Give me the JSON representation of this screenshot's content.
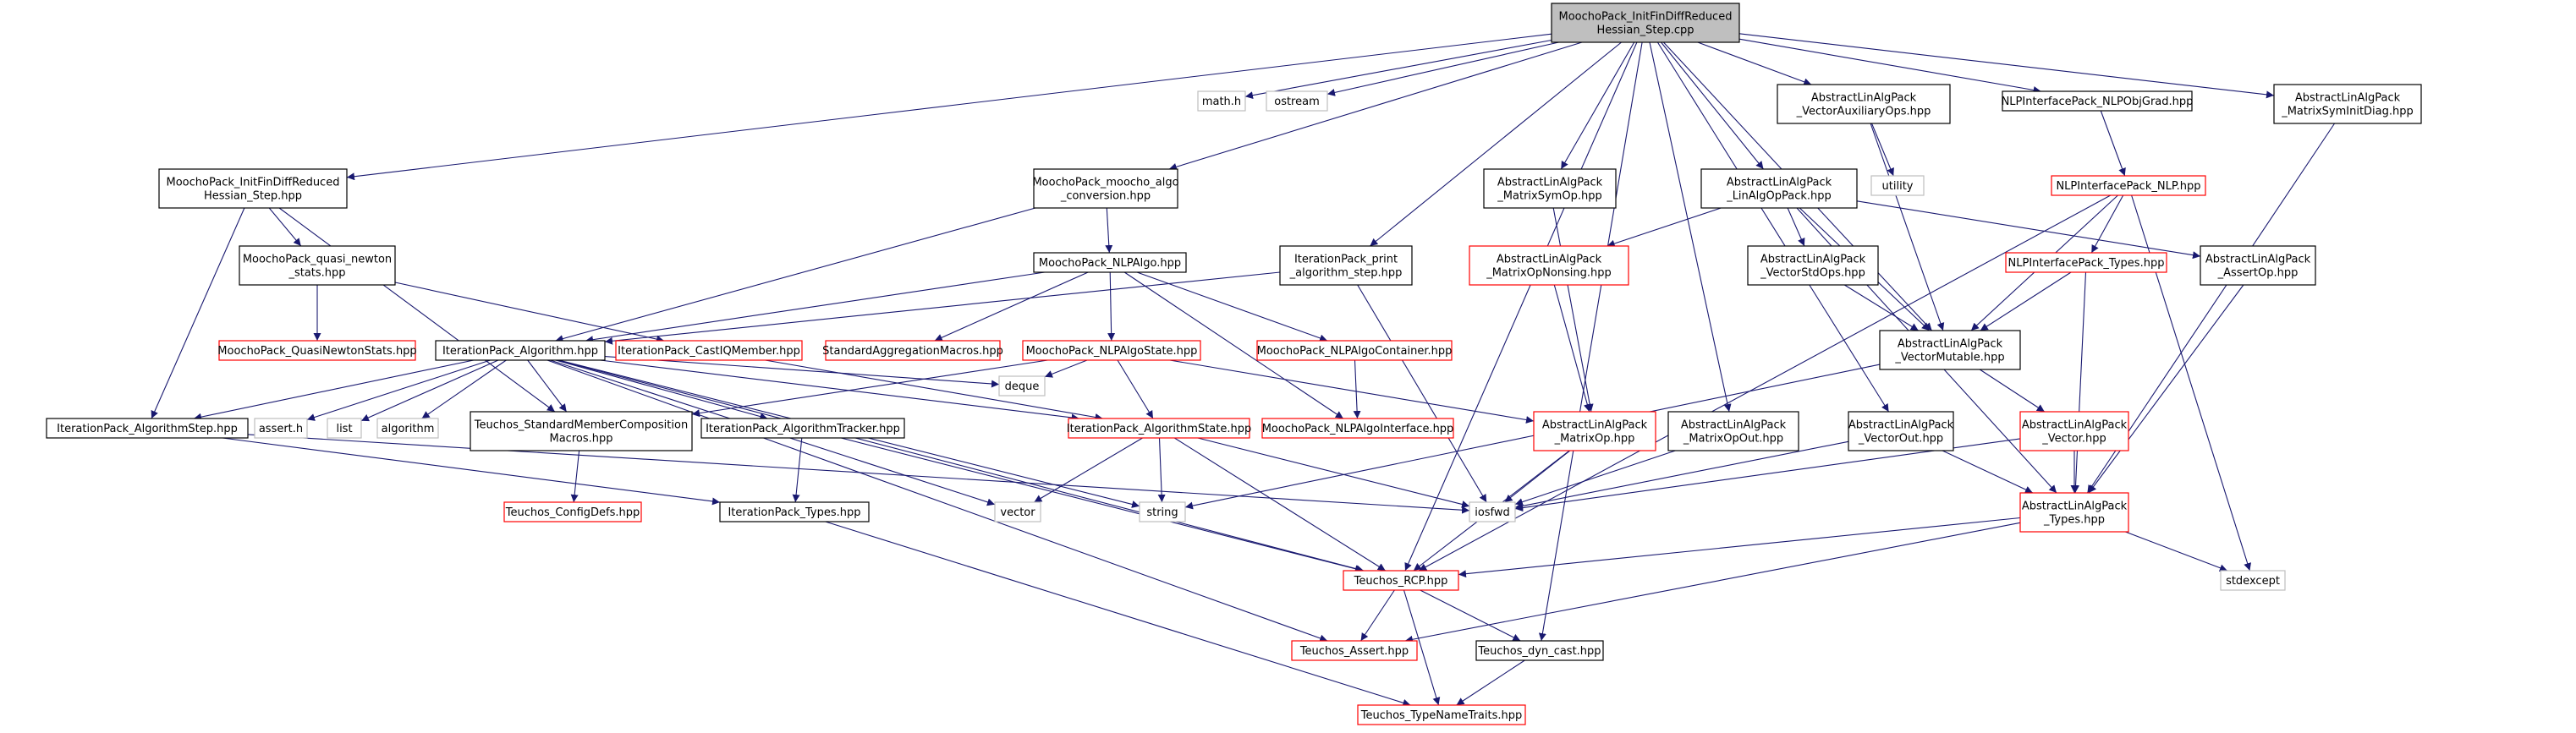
{
  "diagram": {
    "kind": "include dependency graph",
    "colors": {
      "edge": "#191970",
      "root_fill": "#bfbfbf",
      "documented_border": "#000000",
      "undocumented_border": "#ff0000",
      "system_border": "#bfbfbf"
    },
    "nodes": [
      {
        "id": "root",
        "style": "root",
        "lines": [
          "MoochoPack_InitFinDiffReduced",
          "Hessian_Step.cpp"
        ]
      },
      {
        "id": "math_h",
        "style": "gray",
        "lines": [
          "math.h"
        ]
      },
      {
        "id": "ostream",
        "style": "gray",
        "lines": [
          "ostream"
        ]
      },
      {
        "id": "vaux",
        "style": "black",
        "lines": [
          "AbstractLinAlgPack",
          "_VectorAuxiliaryOps.hpp"
        ]
      },
      {
        "id": "nlpobjgrad",
        "style": "black",
        "lines": [
          "NLPInterfacePack_NLPObjGrad.hpp"
        ]
      },
      {
        "id": "msym_init",
        "style": "black",
        "lines": [
          "AbstractLinAlgPack",
          "_MatrixSymInitDiag.hpp"
        ]
      },
      {
        "id": "utility",
        "style": "gray",
        "lines": [
          "utility"
        ]
      },
      {
        "id": "mp_init_hpp",
        "style": "black",
        "lines": [
          "MoochoPack_InitFinDiffReduced",
          "Hessian_Step.hpp"
        ]
      },
      {
        "id": "mp_conv",
        "style": "black",
        "lines": [
          "MoochoPack_moocho_algo",
          "_conversion.hpp"
        ]
      },
      {
        "id": "msymop",
        "style": "black",
        "lines": [
          "AbstractLinAlgPack",
          "_MatrixSymOp.hpp"
        ]
      },
      {
        "id": "linalgop",
        "style": "black",
        "lines": [
          "AbstractLinAlgPack",
          "_LinAlgOpPack.hpp"
        ]
      },
      {
        "id": "nlp",
        "style": "red",
        "lines": [
          "NLPInterfacePack_NLP.hpp"
        ]
      },
      {
        "id": "mp_qn",
        "style": "black",
        "lines": [
          "MoochoPack_quasi_newton",
          "_stats.hpp"
        ]
      },
      {
        "id": "mp_nlpalgo",
        "style": "black",
        "lines": [
          "MoochoPack_NLPAlgo.hpp"
        ]
      },
      {
        "id": "ip_print",
        "style": "black",
        "lines": [
          "IterationPack_print",
          "_algorithm_step.hpp"
        ]
      },
      {
        "id": "mopnonsing",
        "style": "red",
        "lines": [
          "AbstractLinAlgPack",
          "_MatrixOpNonsing.hpp"
        ]
      },
      {
        "id": "vstdops",
        "style": "black",
        "lines": [
          "AbstractLinAlgPack",
          "_VectorStdOps.hpp"
        ]
      },
      {
        "id": "nlptypes",
        "style": "red",
        "lines": [
          "NLPInterfacePack_Types.hpp"
        ]
      },
      {
        "id": "assertop",
        "style": "black",
        "lines": [
          "AbstractLinAlgPack",
          "_AssertOp.hpp"
        ]
      },
      {
        "id": "mp_qnstats",
        "style": "red",
        "lines": [
          "MoochoPack_QuasiNewtonStats.hpp"
        ]
      },
      {
        "id": "ip_algo",
        "style": "black",
        "lines": [
          "IterationPack_Algorithm.hpp"
        ]
      },
      {
        "id": "ip_castiq",
        "style": "red",
        "lines": [
          "IterationPack_CastIQMember.hpp"
        ]
      },
      {
        "id": "stdagg",
        "style": "red",
        "lines": [
          "StandardAggregationMacros.hpp"
        ]
      },
      {
        "id": "mp_state",
        "style": "red",
        "lines": [
          "MoochoPack_NLPAlgoState.hpp"
        ]
      },
      {
        "id": "mp_container",
        "style": "red",
        "lines": [
          "MoochoPack_NLPAlgoContainer.hpp"
        ]
      },
      {
        "id": "vmutable",
        "style": "black",
        "lines": [
          "AbstractLinAlgPack",
          "_VectorMutable.hpp"
        ]
      },
      {
        "id": "vector_hpp",
        "style": "red",
        "lines": [
          "AbstractLinAlgPack",
          "_Vector.hpp"
        ]
      },
      {
        "id": "ip_step",
        "style": "black",
        "lines": [
          "IterationPack_AlgorithmStep.hpp"
        ]
      },
      {
        "id": "assert_h",
        "style": "gray",
        "lines": [
          "assert.h"
        ]
      },
      {
        "id": "list",
        "style": "gray",
        "lines": [
          "list"
        ]
      },
      {
        "id": "algorithm",
        "style": "gray",
        "lines": [
          "algorithm"
        ]
      },
      {
        "id": "teuchos_smc",
        "style": "black",
        "lines": [
          "Teuchos_StandardMemberComposition",
          "Macros.hpp"
        ]
      },
      {
        "id": "ip_tracker",
        "style": "black",
        "lines": [
          "IterationPack_AlgorithmTracker.hpp"
        ]
      },
      {
        "id": "deque",
        "style": "gray",
        "lines": [
          "deque"
        ]
      },
      {
        "id": "ip_state",
        "style": "red",
        "lines": [
          "IterationPack_AlgorithmState.hpp"
        ]
      },
      {
        "id": "mp_nlpiface",
        "style": "red",
        "lines": [
          "MoochoPack_NLPAlgoInterface.hpp"
        ]
      },
      {
        "id": "matrixop",
        "style": "red",
        "lines": [
          "AbstractLinAlgPack",
          "_MatrixOp.hpp"
        ]
      },
      {
        "id": "mopout",
        "style": "black",
        "lines": [
          "AbstractLinAlgPack",
          "_MatrixOpOut.hpp"
        ]
      },
      {
        "id": "vout",
        "style": "black",
        "lines": [
          "AbstractLinAlgPack",
          "_VectorOut.hpp"
        ]
      },
      {
        "id": "alp_types",
        "style": "red",
        "lines": [
          "AbstractLinAlgPack",
          "_Types.hpp"
        ]
      },
      {
        "id": "teuchos_config",
        "style": "red",
        "lines": [
          "Teuchos_ConfigDefs.hpp"
        ]
      },
      {
        "id": "ip_types",
        "style": "black",
        "lines": [
          "IterationPack_Types.hpp"
        ]
      },
      {
        "id": "vector_std",
        "style": "gray",
        "lines": [
          "vector"
        ]
      },
      {
        "id": "string",
        "style": "gray",
        "lines": [
          "string"
        ]
      },
      {
        "id": "iosfwd",
        "style": "gray",
        "lines": [
          "iosfwd"
        ]
      },
      {
        "id": "stdexcept",
        "style": "gray",
        "lines": [
          "stdexcept"
        ]
      },
      {
        "id": "teuchos_rcp",
        "style": "red",
        "lines": [
          "Teuchos_RCP.hpp"
        ]
      },
      {
        "id": "teuchos_assert",
        "style": "red",
        "lines": [
          "Teuchos_Assert.hpp"
        ]
      },
      {
        "id": "teuchos_dyn",
        "style": "black",
        "lines": [
          "Teuchos_dyn_cast.hpp"
        ]
      },
      {
        "id": "teuchos_tnt",
        "style": "red",
        "lines": [
          "Teuchos_TypeNameTraits.hpp"
        ]
      }
    ],
    "edges": [
      [
        "root",
        "math_h"
      ],
      [
        "root",
        "ostream"
      ],
      [
        "root",
        "vaux"
      ],
      [
        "root",
        "nlpobjgrad"
      ],
      [
        "root",
        "msym_init"
      ],
      [
        "root",
        "mp_init_hpp"
      ],
      [
        "root",
        "mp_conv"
      ],
      [
        "root",
        "msymop"
      ],
      [
        "root",
        "linalgop"
      ],
      [
        "root",
        "ip_print"
      ],
      [
        "root",
        "vmutable"
      ],
      [
        "root",
        "mopout"
      ],
      [
        "root",
        "vout"
      ],
      [
        "root",
        "teuchos_rcp"
      ],
      [
        "root",
        "teuchos_dyn"
      ],
      [
        "vaux",
        "utility"
      ],
      [
        "vaux",
        "vmutable"
      ],
      [
        "nlpobjgrad",
        "nlp"
      ],
      [
        "msym_init",
        "alp_types"
      ],
      [
        "mp_init_hpp",
        "mp_qn"
      ],
      [
        "mp_init_hpp",
        "ip_step"
      ],
      [
        "mp_init_hpp",
        "teuchos_smc"
      ],
      [
        "mp_conv",
        "mp_nlpalgo"
      ],
      [
        "mp_conv",
        "ip_algo"
      ],
      [
        "msymop",
        "matrixop"
      ],
      [
        "linalgop",
        "mopnonsing"
      ],
      [
        "linalgop",
        "vstdops"
      ],
      [
        "linalgop",
        "assertop"
      ],
      [
        "linalgop",
        "vmutable"
      ],
      [
        "linalgop",
        "alp_types"
      ],
      [
        "nlp",
        "nlptypes"
      ],
      [
        "nlp",
        "vmutable"
      ],
      [
        "nlp",
        "stdexcept"
      ],
      [
        "nlp",
        "teuchos_rcp"
      ],
      [
        "mp_qn",
        "mp_qnstats"
      ],
      [
        "mp_qn",
        "ip_castiq"
      ],
      [
        "mp_nlpalgo",
        "ip_algo"
      ],
      [
        "mp_nlpalgo",
        "stdagg"
      ],
      [
        "mp_nlpalgo",
        "mp_state"
      ],
      [
        "mp_nlpalgo",
        "mp_container"
      ],
      [
        "mp_nlpalgo",
        "mp_nlpiface"
      ],
      [
        "ip_print",
        "ip_algo"
      ],
      [
        "ip_print",
        "iosfwd"
      ],
      [
        "mopnonsing",
        "matrixop"
      ],
      [
        "vstdops",
        "vmutable"
      ],
      [
        "nlptypes",
        "vmutable"
      ],
      [
        "nlptypes",
        "alp_types"
      ],
      [
        "assertop",
        "alp_types"
      ],
      [
        "ip_algo",
        "ip_step"
      ],
      [
        "ip_algo",
        "assert_h"
      ],
      [
        "ip_algo",
        "list"
      ],
      [
        "ip_algo",
        "algorithm"
      ],
      [
        "ip_algo",
        "teuchos_smc"
      ],
      [
        "ip_algo",
        "ip_tracker"
      ],
      [
        "ip_algo",
        "deque"
      ],
      [
        "ip_algo",
        "ip_state"
      ],
      [
        "ip_algo",
        "vector_std"
      ],
      [
        "ip_algo",
        "string"
      ],
      [
        "ip_algo",
        "teuchos_rcp"
      ],
      [
        "ip_algo",
        "teuchos_assert"
      ],
      [
        "ip_castiq",
        "ip_state"
      ],
      [
        "mp_state",
        "teuchos_smc"
      ],
      [
        "mp_state",
        "deque"
      ],
      [
        "mp_state",
        "ip_state"
      ],
      [
        "mp_state",
        "matrixop"
      ],
      [
        "mp_container",
        "mp_nlpiface"
      ],
      [
        "vmutable",
        "vector_hpp"
      ],
      [
        "vmutable",
        "string"
      ],
      [
        "vector_hpp",
        "alp_types"
      ],
      [
        "vector_hpp",
        "iosfwd"
      ],
      [
        "ip_step",
        "ip_types"
      ],
      [
        "ip_step",
        "iosfwd"
      ],
      [
        "teuchos_smc",
        "teuchos_config"
      ],
      [
        "ip_tracker",
        "ip_types"
      ],
      [
        "ip_tracker",
        "teuchos_rcp"
      ],
      [
        "ip_state",
        "vector_std"
      ],
      [
        "ip_state",
        "string"
      ],
      [
        "ip_state",
        "iosfwd"
      ],
      [
        "ip_state",
        "teuchos_rcp"
      ],
      [
        "matrixop",
        "iosfwd"
      ],
      [
        "matrixop",
        "teuchos_rcp"
      ],
      [
        "mopout",
        "iosfwd"
      ],
      [
        "vout",
        "iosfwd"
      ],
      [
        "vout",
        "alp_types"
      ],
      [
        "alp_types",
        "stdexcept"
      ],
      [
        "alp_types",
        "teuchos_rcp"
      ],
      [
        "alp_types",
        "teuchos_assert"
      ],
      [
        "ip_types",
        "teuchos_tnt"
      ],
      [
        "teuchos_rcp",
        "teuchos_assert"
      ],
      [
        "teuchos_rcp",
        "teuchos_dyn"
      ],
      [
        "teuchos_rcp",
        "teuchos_tnt"
      ],
      [
        "teuchos_dyn",
        "teuchos_tnt"
      ]
    ]
  }
}
